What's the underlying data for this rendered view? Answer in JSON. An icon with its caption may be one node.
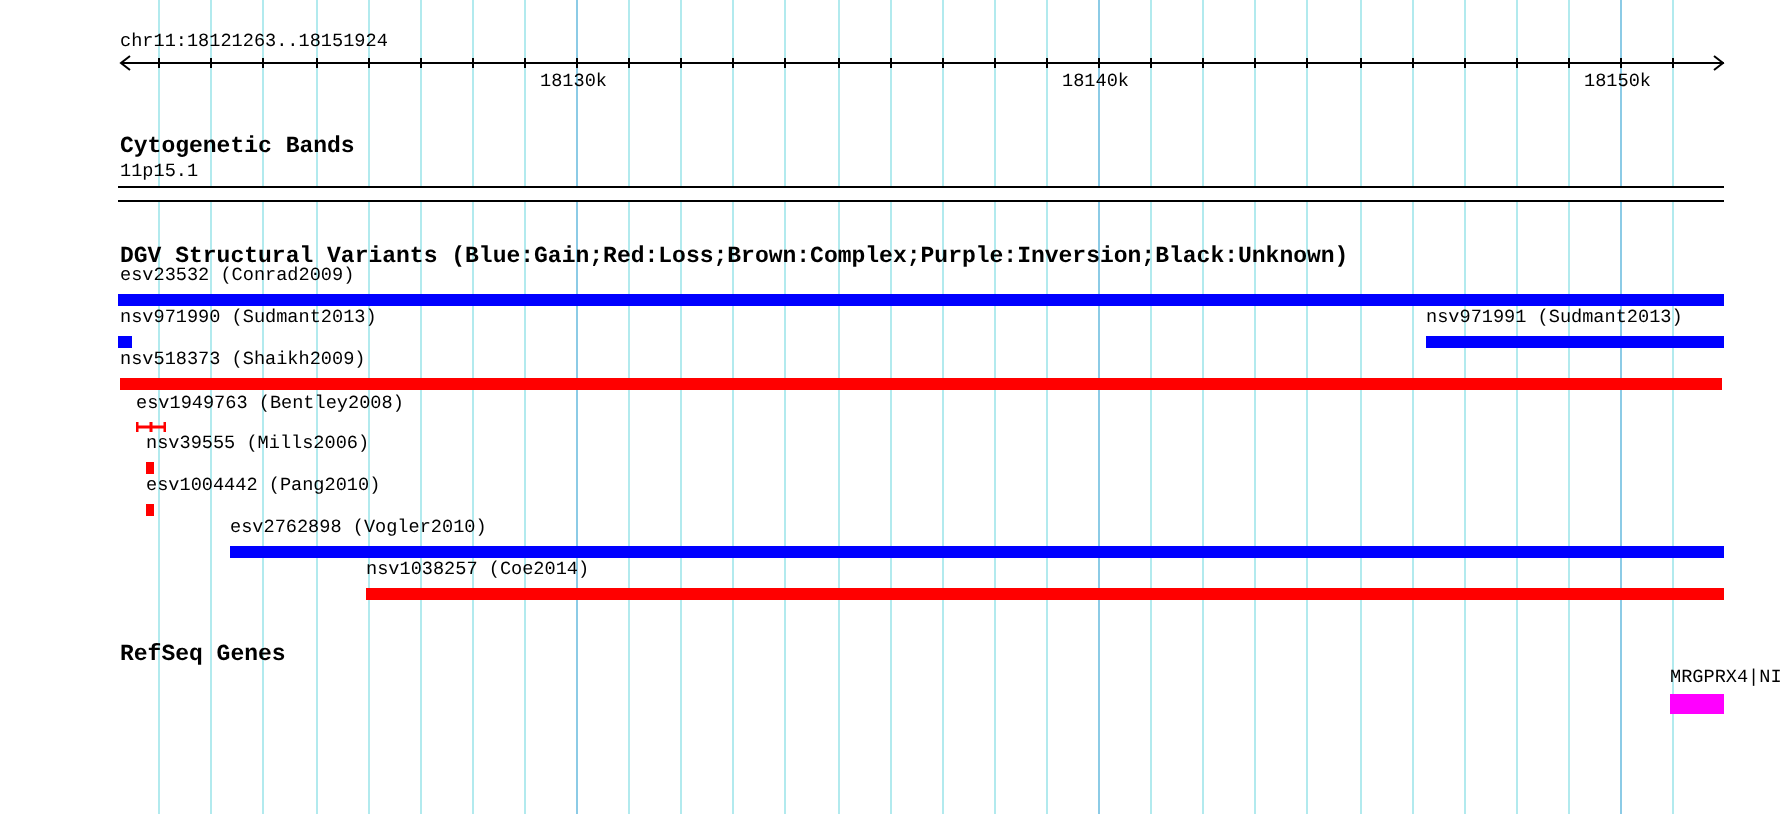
{
  "diagram": {
    "nodes": [
      {
        "text": [],
        "shape": "box",
        "beside": [
          "11p15.1"
        ]
      },
      {
        "text": [],
        "shape": "bar",
        "beside": [
          "esv23532 (Conrad2009)"
        ]
      },
      {
        "text": [],
        "shape": "bar",
        "beside": [
          "nsv971990 (Sudmant2013)"
        ]
      },
      {
        "text": [],
        "shape": "bar",
        "beside": [
          "nsv971991 (Sudmant2013)"
        ]
      },
      {
        "text": [],
        "shape": "bar",
        "beside": [
          "nsv518373 (Shaikh2009)"
        ]
      },
      {
        "text": [],
        "shape": "bar",
        "beside": [
          "esv1949763 (Bentley2008)"
        ]
      },
      {
        "text": [],
        "shape": "bar",
        "beside": [
          "nsv39555 (Mills2006)"
        ]
      },
      {
        "text": [],
        "shape": "bar",
        "beside": [
          "esv1004442 (Pang2010)"
        ]
      },
      {
        "text": [],
        "shape": "bar",
        "beside": [
          "esv2762898 (Vogler2010)"
        ]
      },
      {
        "text": [],
        "shape": "bar",
        "beside": [
          "nsv1038257 (Coe2014)"
        ]
      },
      {
        "text": [],
        "shape": "bar",
        "beside": [
          "MRGPRX4|NI"
        ]
      }
    ],
    "edges": [],
    "labels": [
      "chr11:18121263..18151924",
      "18130k",
      "18140k",
      "18150k",
      "Cytogenetic Bands",
      "DGV Structural Variants (Blue:Gain;Red:Loss;Brown:Complex;Purple:Inversion;Black:Unknown)",
      "RefSeq Genes"
    ]
  }
}
